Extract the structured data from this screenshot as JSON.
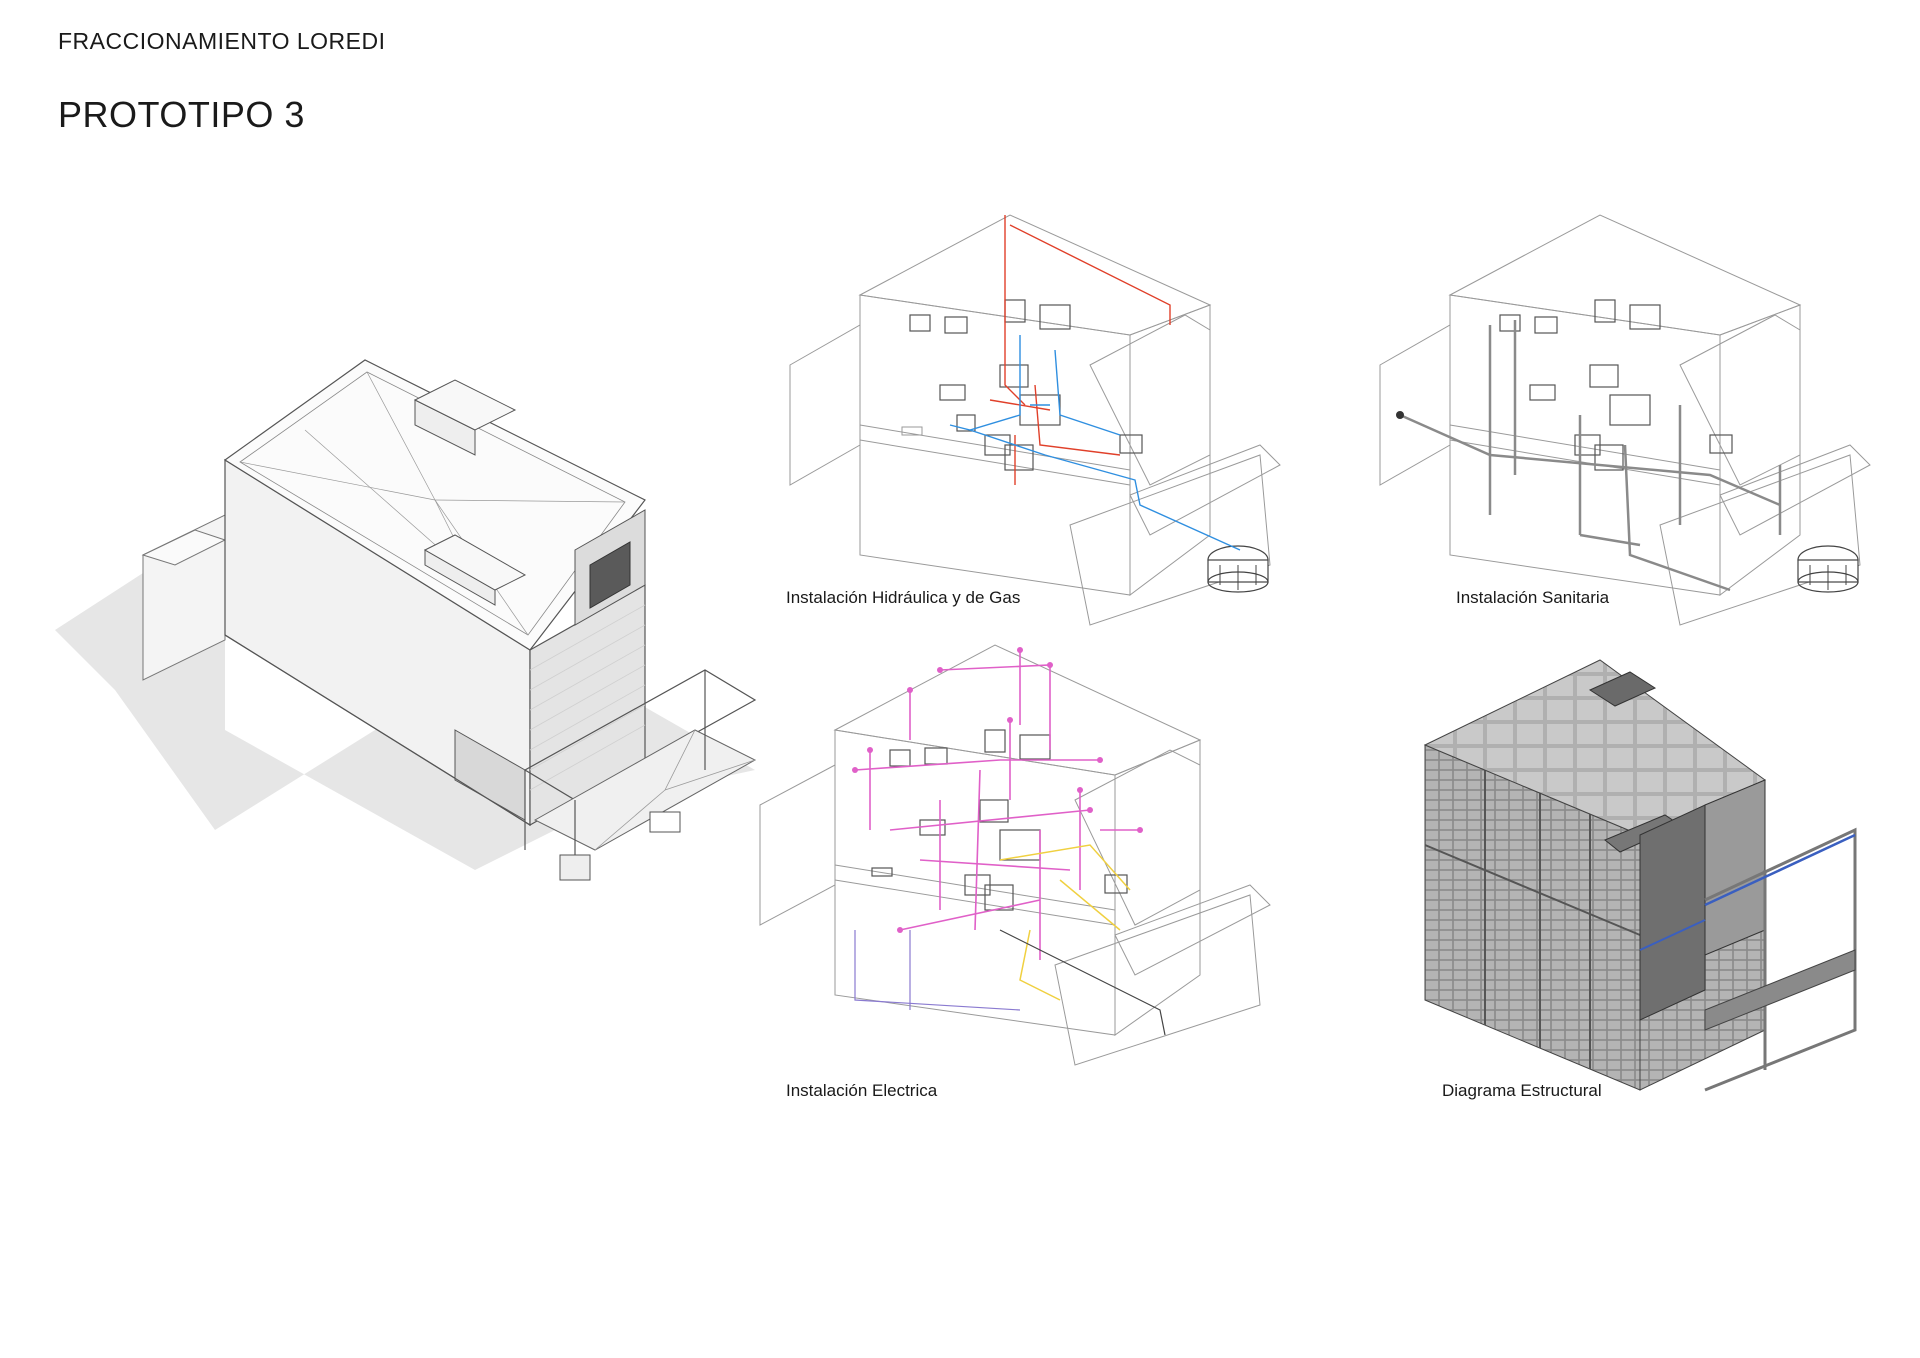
{
  "header": {
    "project_name": "FRACCIONAMIENTO LOREDI",
    "prototype_title": "PROTOTIPO 3"
  },
  "diagrams": [
    {
      "id": "isometric",
      "caption": ""
    },
    {
      "id": "hidraulica",
      "caption": "Instalación Hidráulica y de Gas"
    },
    {
      "id": "sanitaria",
      "caption": "Instalación Sanitaria"
    },
    {
      "id": "electrica",
      "caption": "Instalación Electrica"
    },
    {
      "id": "estructural",
      "caption": "Diagrama Estructural"
    }
  ],
  "colors": {
    "cold_water": "#2f8fe0",
    "hot_water_gas": "#e0402a",
    "electric_power": "#e060c8",
    "electric_light": "#f0d040",
    "structure_block": "#7a7a7a",
    "structure_beam": "#3a5fc0"
  }
}
